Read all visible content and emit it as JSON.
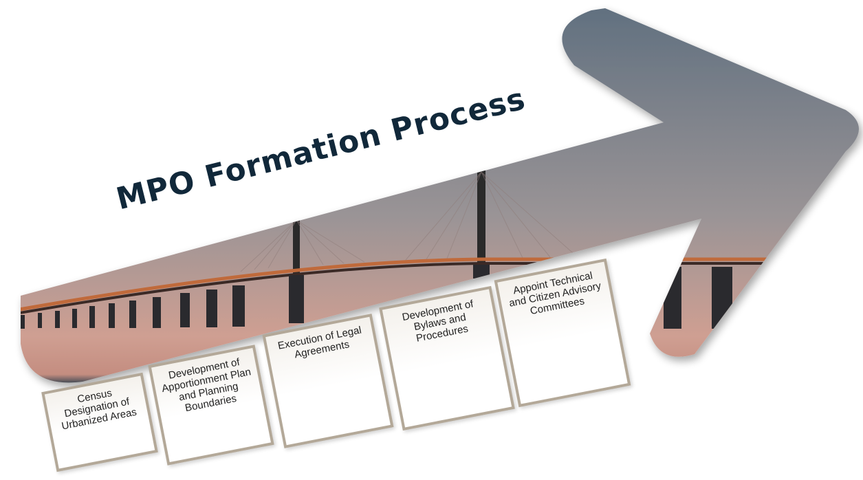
{
  "title": "MPO Formation Process",
  "colors": {
    "sky_top": "#6a7a88",
    "sky_mid": "#a79c9c",
    "horizon": "#d3a394",
    "water": "#2e3c48",
    "title_text": "#11283a",
    "card_border": "#b3a898"
  },
  "steps": [
    {
      "label": "Census Designation of Urbanized Areas"
    },
    {
      "label": "Development of Apportionment Plan and Planning Boundaries"
    },
    {
      "label": "Execution of Legal Agreements"
    },
    {
      "label": "Development of Bylaws and Procedures"
    },
    {
      "label": "Appoint Technical and Citizen Advisory Committees"
    }
  ]
}
